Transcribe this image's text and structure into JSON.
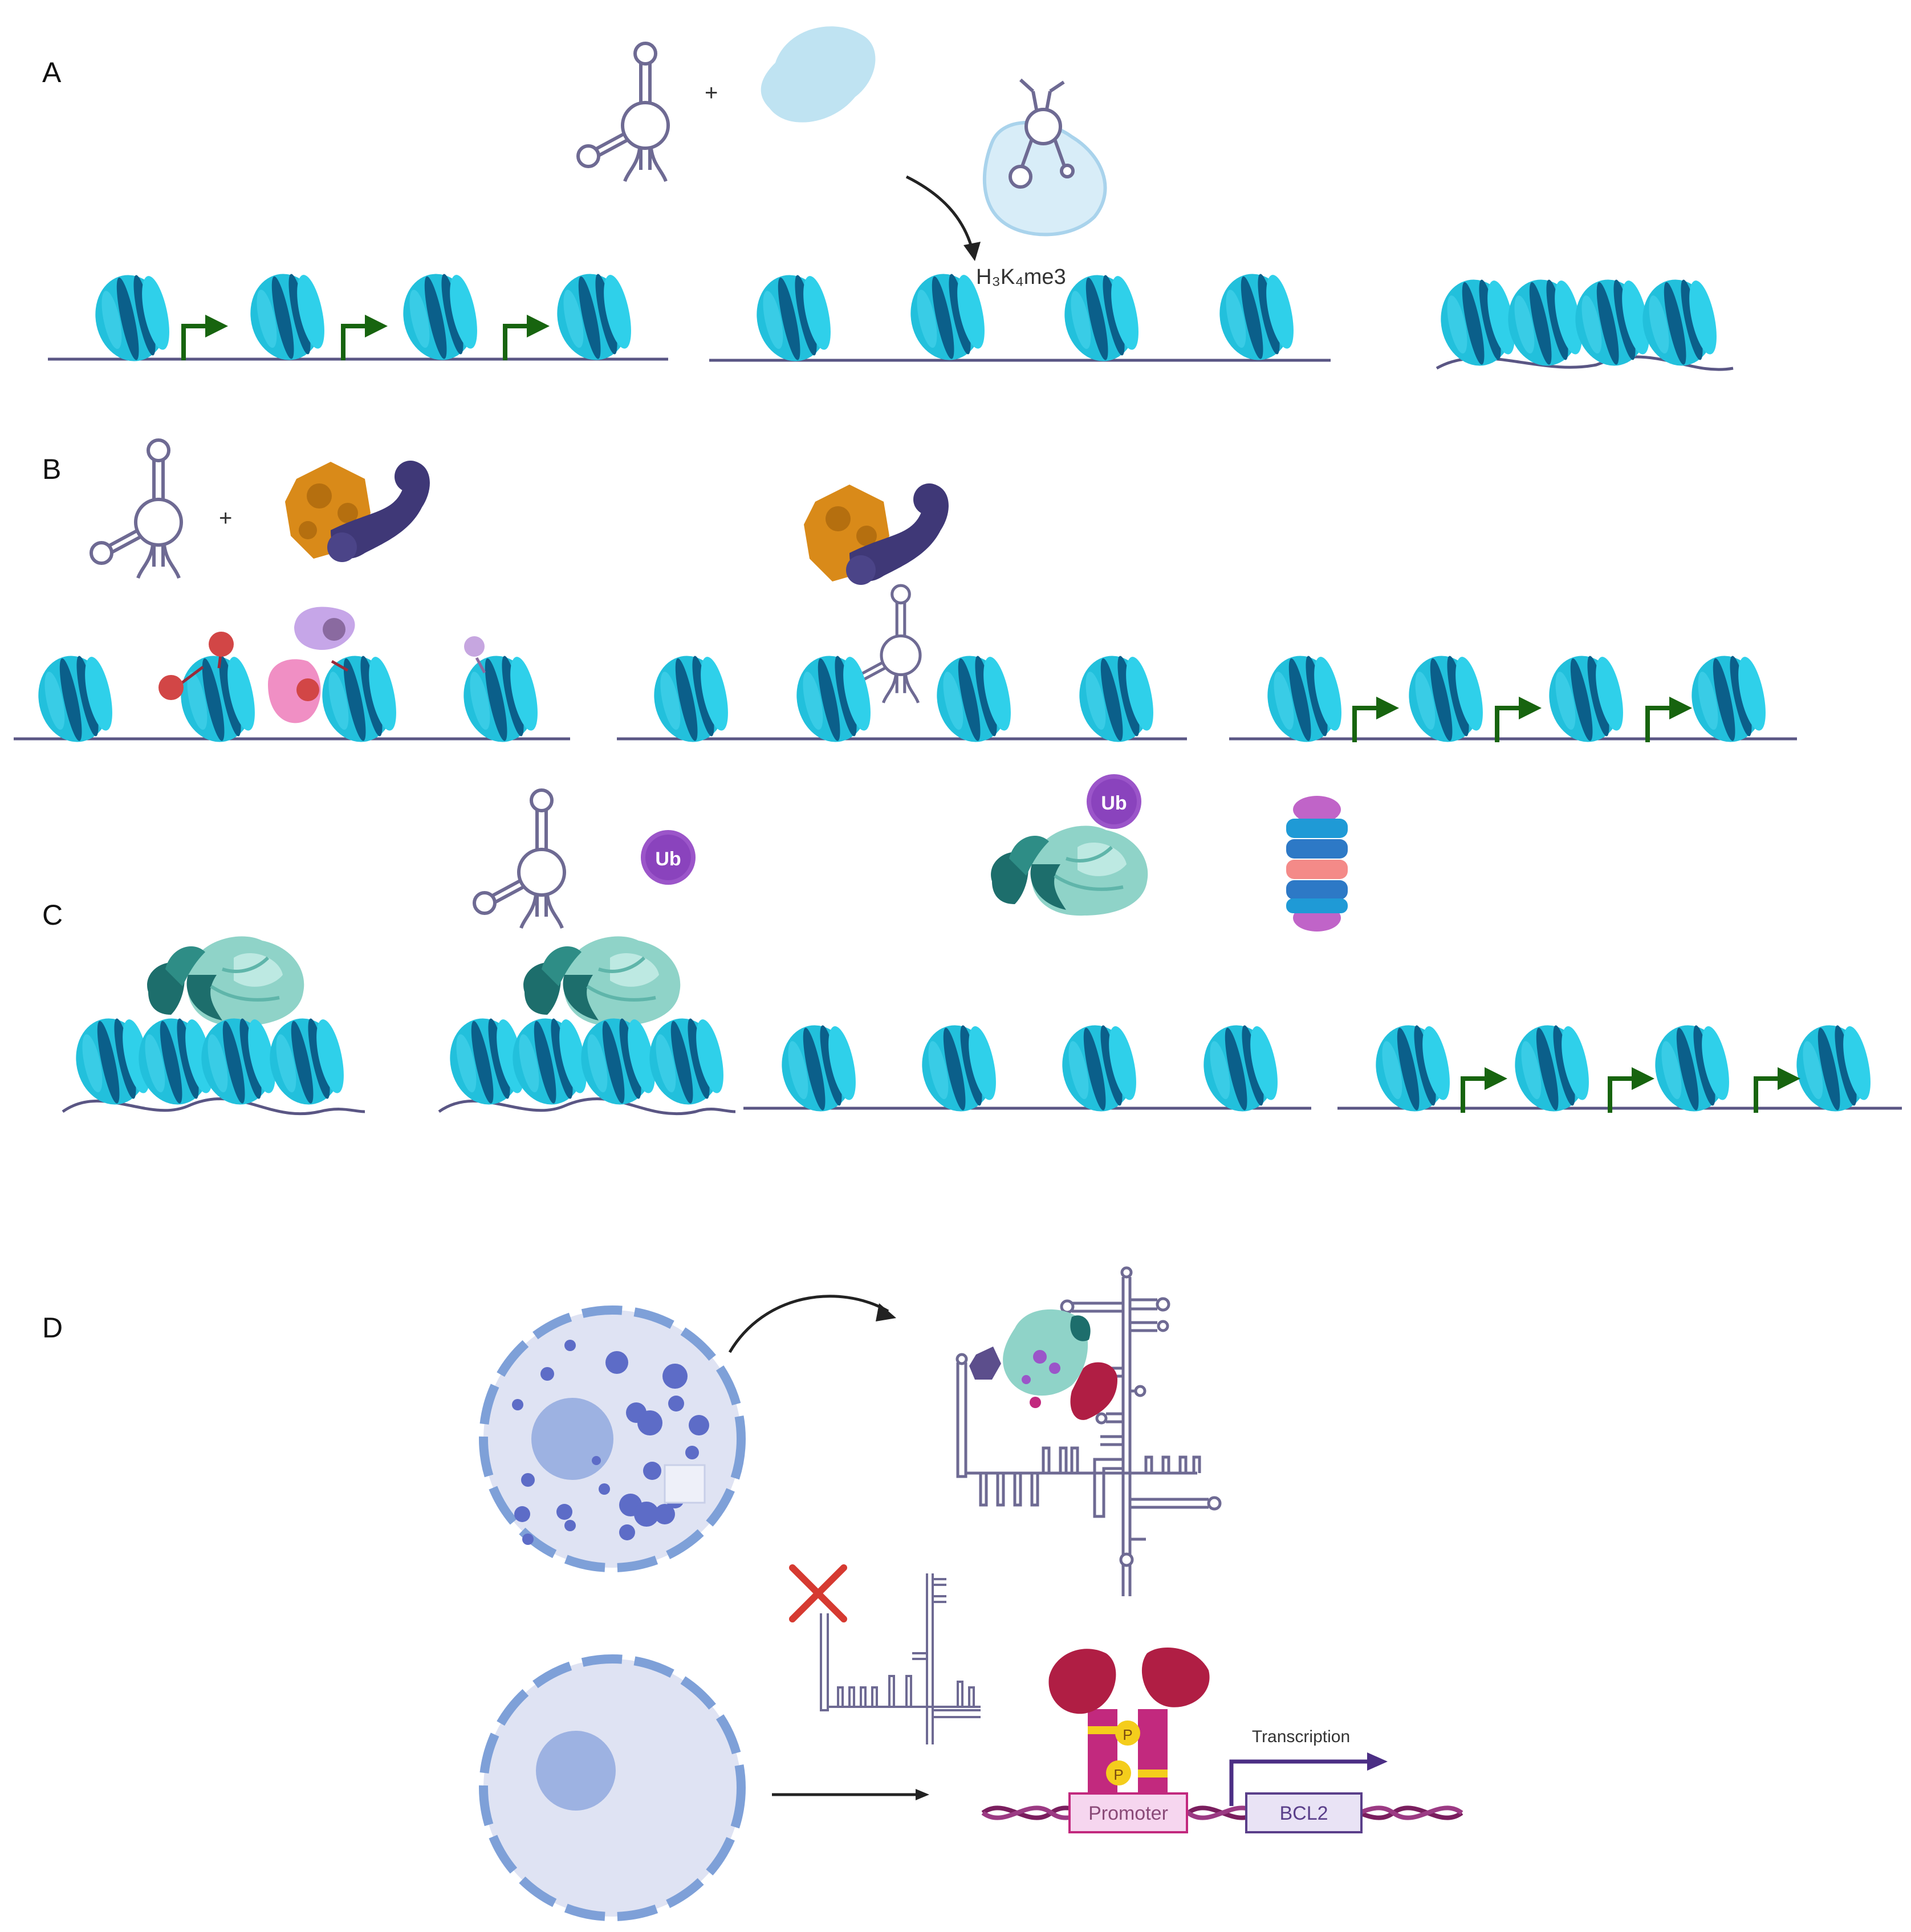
{
  "panels": {
    "a": {
      "label": "A",
      "mark": "H₃K₄me3"
    },
    "b": {
      "label": "B"
    },
    "c": {
      "label": "C",
      "ub_1": "Ub",
      "ub_2": "Ub"
    },
    "d": {
      "label": "D",
      "transcription": "Transcription",
      "promoter": "Promoter",
      "gene": "BCL2",
      "phospho": "P"
    }
  },
  "colors": {
    "nucleosome": "#22c0dc",
    "nucleosome_band": "#0b5f8a",
    "dna": "#5a5684",
    "arrow_green": "#17640f",
    "rna": "#6e6a93",
    "protein_light": "#bfe3f2",
    "protein_orange": "#d98a19",
    "protein_purple": "#3f3877",
    "prc_teal": "#7ec7bd",
    "prc_dark": "#1d6e6c",
    "ub_purple": "#9b55c9",
    "cell_fill": "#dfe3f3",
    "cell_border": "#7ea0d8",
    "nucleus": "#9db2e2",
    "droplet": "#5d6cc7",
    "red_x": "#d63a31",
    "stat_magenta": "#c2297e",
    "stat_yellow": "#f4cd1c",
    "crimson": "#b01e44",
    "helix": "#7a1e5e",
    "promoter_fill": "#f6d6ef",
    "bcl2_fill": "#e9e3f5"
  },
  "icons": [
    "hairpin-rna-icon",
    "protein-blob-icon",
    "nucleosome-icon",
    "tss-arrow-icon",
    "prc2-complex-icon",
    "ubiquitin-icon",
    "proteasome-icon",
    "cell-icon",
    "rna-secondary-structure-icon",
    "stat3-dimer-icon",
    "cross-mark-icon"
  ]
}
